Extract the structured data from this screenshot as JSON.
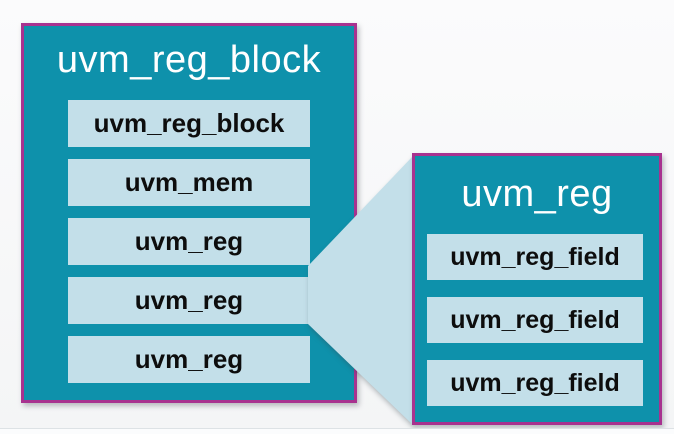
{
  "colors": {
    "teal": "#0e91ab",
    "light_blue": "#c3dfe9",
    "magenta": "#a8328f",
    "item_text": "#0d0d0d",
    "title_text": "#ffffff",
    "background_top": "#fbfbfc",
    "background_bottom": "#f4f5f6"
  },
  "diagram": {
    "left_box": {
      "title": "uvm_reg_block",
      "items": [
        "uvm_reg_block",
        "uvm_mem",
        "uvm_reg",
        "uvm_reg",
        "uvm_reg"
      ]
    },
    "connector": {
      "name": "zoom-callout-wedge",
      "from_item": "uvm_reg",
      "to_box": "uvm_reg"
    },
    "right_box": {
      "title": "uvm_reg",
      "items": [
        "uvm_reg_field",
        "uvm_reg_field",
        "uvm_reg_field"
      ]
    }
  }
}
